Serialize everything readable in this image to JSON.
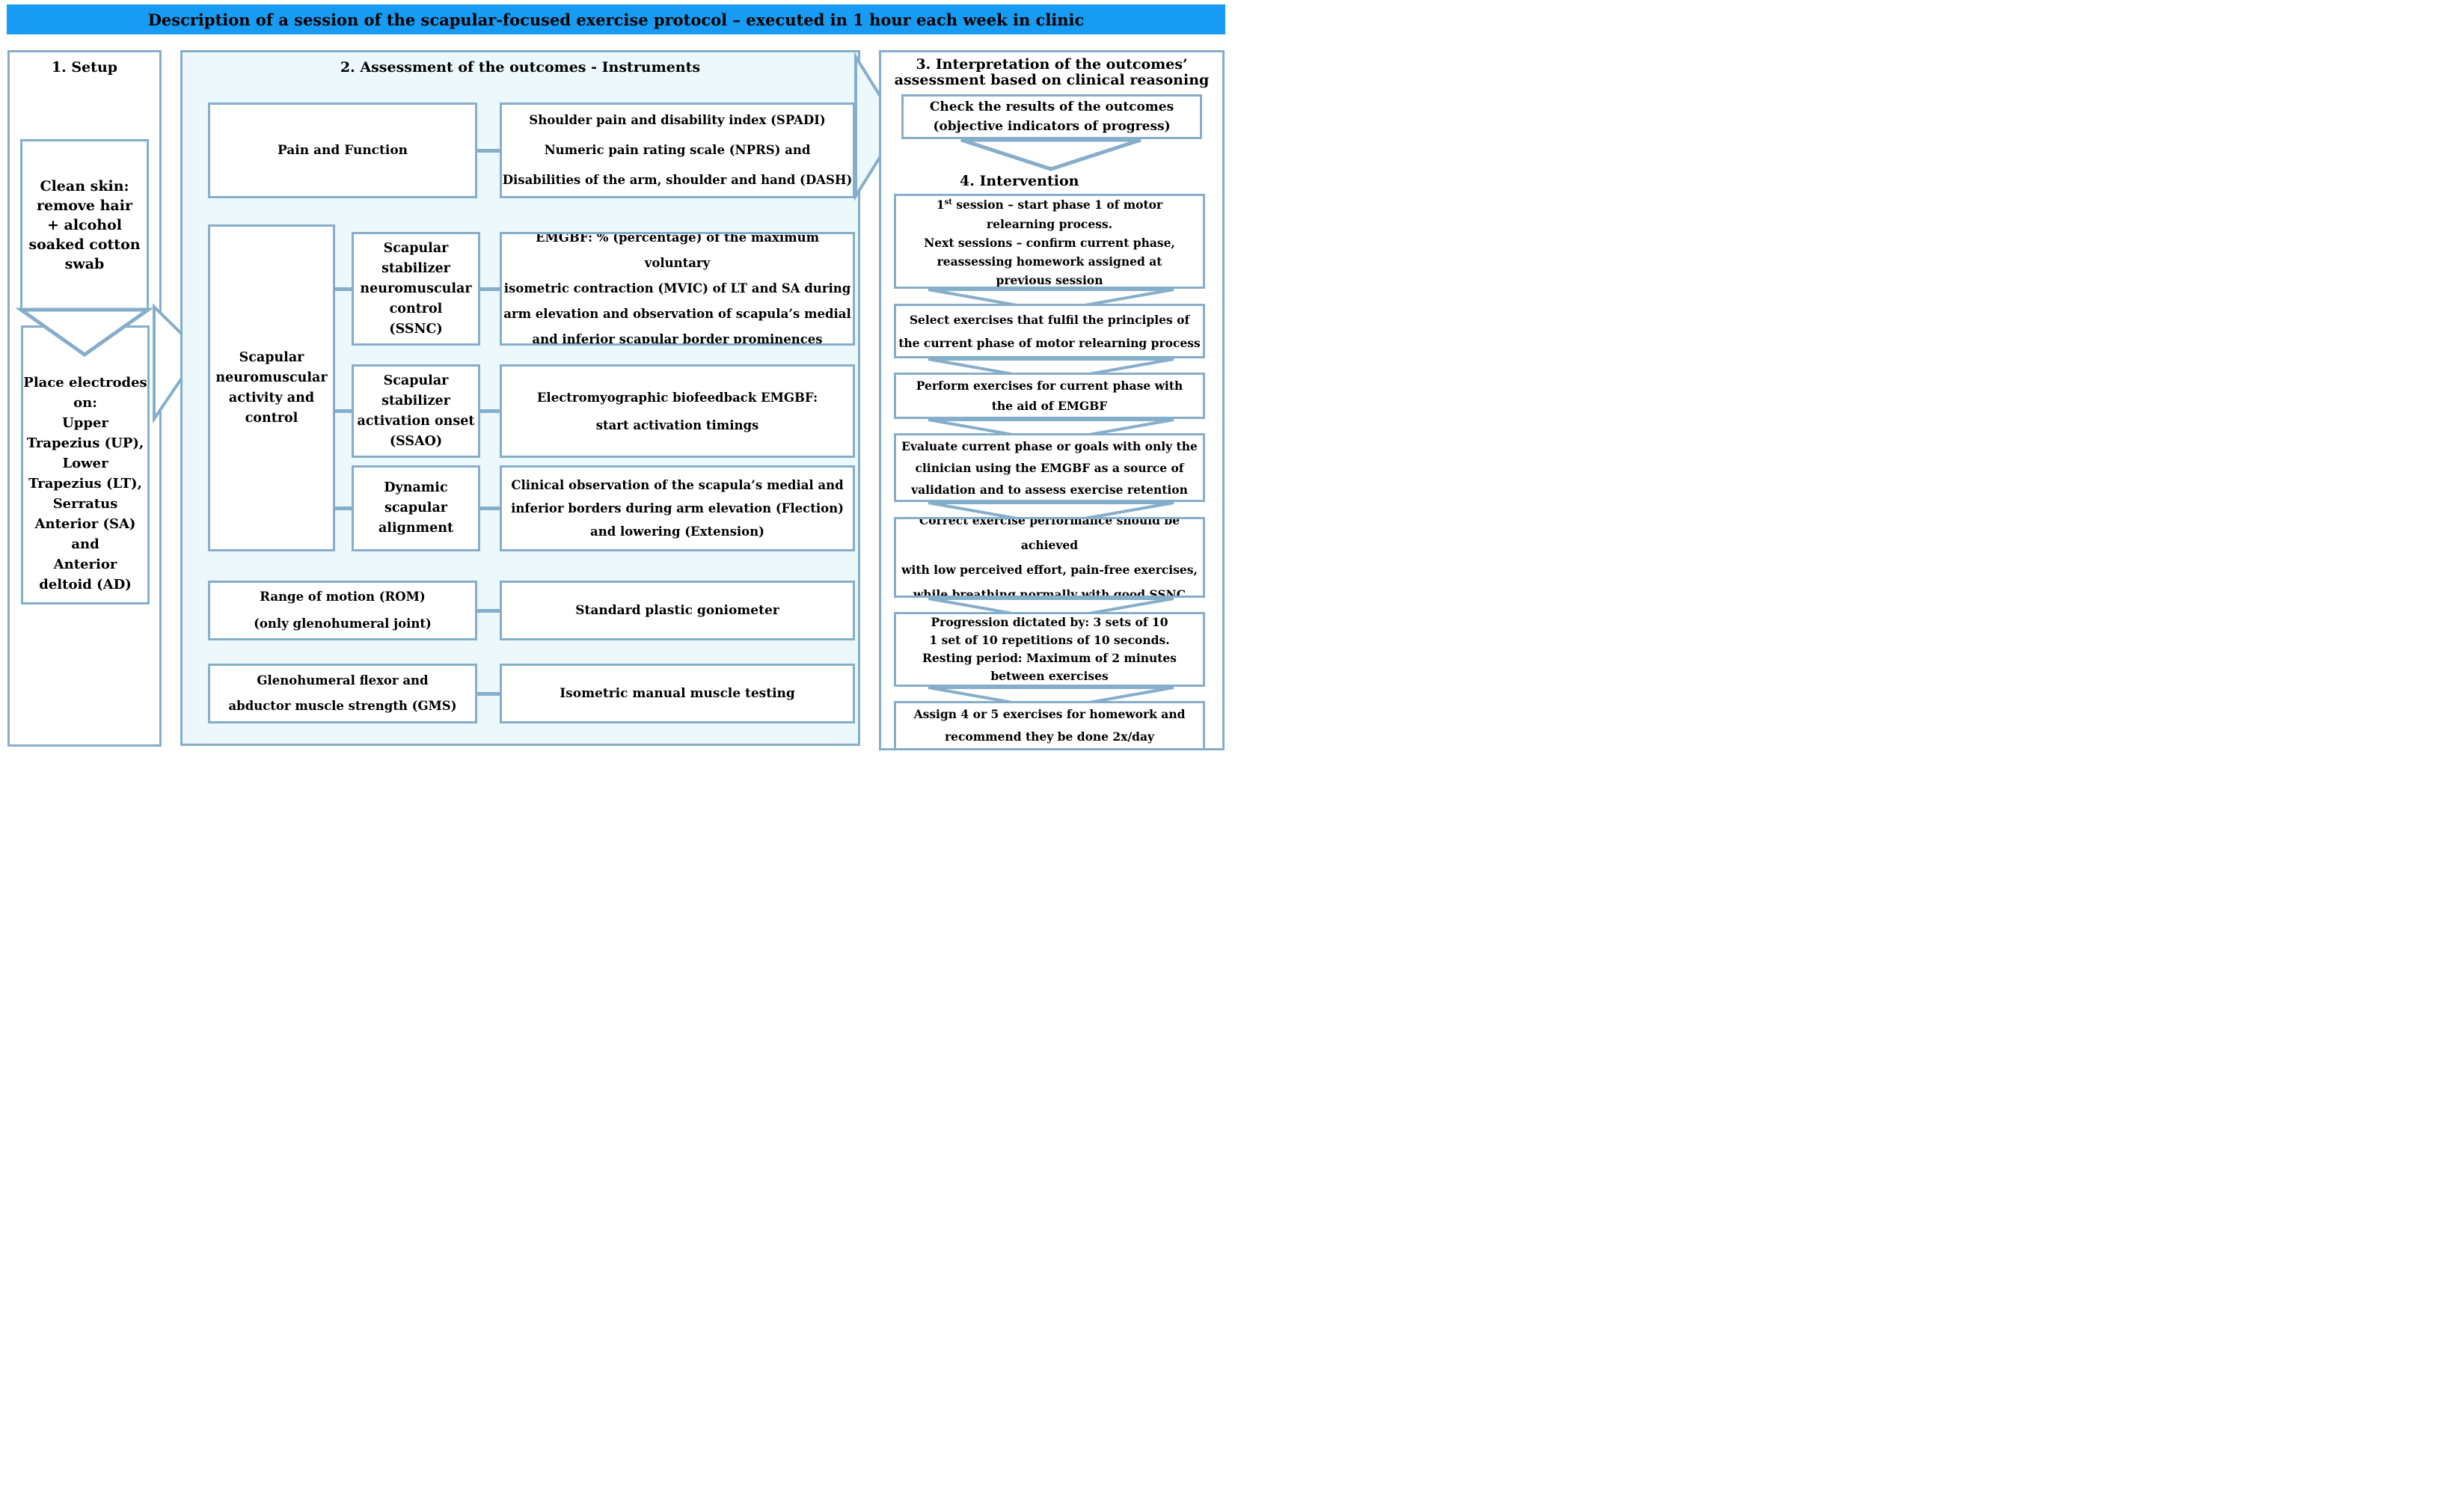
{
  "banner": {
    "title": "Description of a session of the scapular-focused exercise protocol – executed in 1 hour each week in clinic"
  },
  "colors": {
    "banner_blue": "#189bf2",
    "border_blue": "#85aecb",
    "assessment_panel_bg": "#edf8fd"
  },
  "setup": {
    "header": "1. Setup",
    "clean_skin": {
      "lines": [
        "Clean skin:",
        "remove hair",
        "+ alcohol",
        "soaked cotton",
        "swab"
      ]
    },
    "electrodes": {
      "lines": [
        "Place electrodes",
        "on:",
        "Upper",
        "Trapezius (UP),",
        "Lower",
        "Trapezius (LT),",
        "Serratus",
        "Anterior (SA)",
        "and",
        "Anterior",
        "deltoid (AD)"
      ]
    }
  },
  "assessment": {
    "header": "2. Assessment of the outcomes - Instruments",
    "pain": {
      "label": "Pain and Function",
      "instrument_lines": [
        "Shoulder pain and disability index (SPADI)",
        "Numeric pain rating scale (NPRS) and",
        "Disabilities of the arm, shoulder and hand (DASH)"
      ]
    },
    "scapular_group": {
      "label_lines": [
        "Scapular",
        "neuromuscular",
        "activity and",
        "control"
      ]
    },
    "ssnc": {
      "label_lines": [
        "Scapular",
        "stabilizer",
        "neuromuscular",
        "control",
        "(SSNC)"
      ],
      "description_lines": [
        "EMGBF: % (percentage) of the maximum voluntary",
        "isometric contraction (MVIC) of LT and SA during",
        "arm elevation and observation of scapula’s medial",
        "and inferior scapular border prominences"
      ]
    },
    "ssao": {
      "label_lines": [
        "Scapular",
        "stabilizer",
        "activation onset",
        "(SSAO)"
      ],
      "description_lines": [
        "Electromyographic biofeedback EMGBF:",
        "start activation timings"
      ]
    },
    "dynamic": {
      "label_lines": [
        "Dynamic",
        "scapular",
        "alignment"
      ],
      "description_lines": [
        "Clinical observation of the scapula’s medial and",
        "inferior borders during arm elevation (Flection)",
        "and lowering (Extension)"
      ]
    },
    "rom": {
      "label_lines": [
        "Range of motion (ROM)",
        "(only glenohumeral joint)"
      ],
      "description": "Standard plastic goniometer"
    },
    "gms": {
      "label_lines": [
        "Glenohumeral flexor and",
        "abductor muscle strength (GMS)"
      ],
      "description": "Isometric manual muscle testing"
    }
  },
  "interpretation": {
    "header_lines": [
      "3. Interpretation of the outcomes’",
      "assessment based on clinical reasoning"
    ],
    "check_lines": [
      "Check the results of the outcomes",
      "(objective indicators of progress)"
    ]
  },
  "intervention": {
    "header": "4. Intervention",
    "step1": {
      "num": "1",
      "sup": "st",
      "rest": " session – start phase 1 of motor",
      "lines": [
        "relearning process.",
        "Next sessions – confirm current phase,",
        "reassessing homework assigned at",
        "previous session"
      ]
    },
    "step2": {
      "lines": [
        "Select exercises that fulfil the principles of",
        "the current phase of motor relearning process"
      ]
    },
    "step3": {
      "lines": [
        "Perform exercises for current phase with",
        "the aid of EMGBF"
      ]
    },
    "step4": {
      "lines": [
        "Evaluate current phase or goals with only the",
        "clinician using the EMGBF as a source of",
        "validation and to assess exercise retention"
      ]
    },
    "step5": {
      "lines": [
        "Correct exercise performance should be achieved",
        "with low perceived effort, pain-free exercises,",
        "while breathing normally with good SSNC"
      ]
    },
    "step6": {
      "lines": [
        "Progression dictated by: 3 sets of 10",
        "1 set of 10 repetitions of 10 seconds.",
        "Resting period: Maximum of 2 minutes",
        "between exercises"
      ]
    },
    "step7": {
      "lines": [
        "Assign 4 or 5 exercises for homework and",
        "recommend they be done 2x/day"
      ]
    }
  }
}
